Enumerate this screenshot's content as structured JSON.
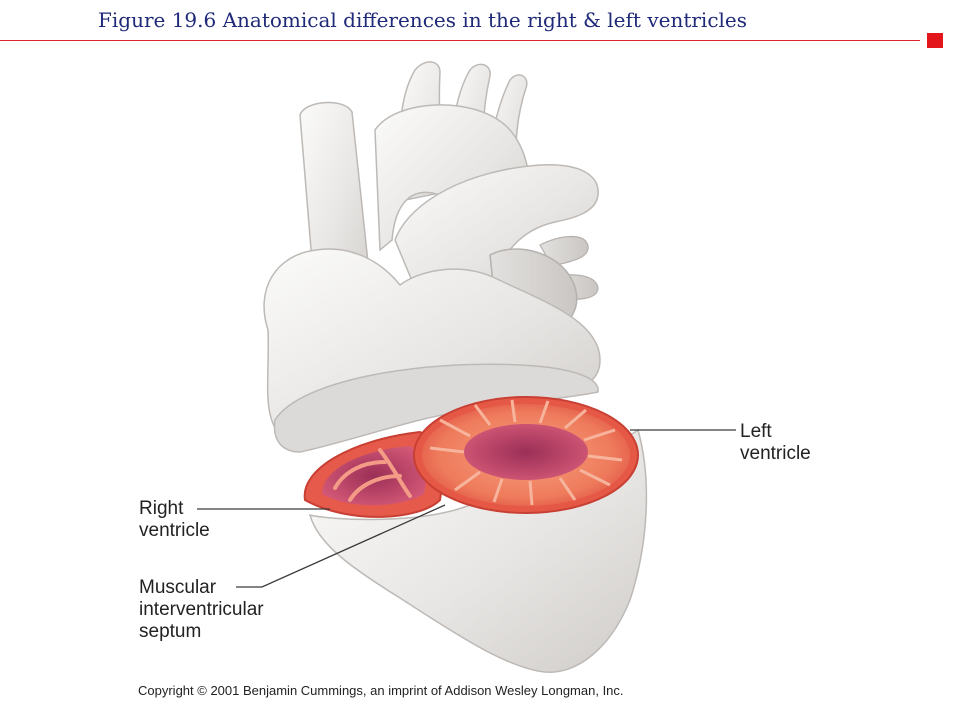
{
  "slide": {
    "title": "Figure 19.6  Anatomical differences in the right & left ventricles"
  },
  "labels": {
    "left_ventricle": [
      "Left",
      "ventricle"
    ],
    "right_ventricle": [
      "Right",
      "ventricle"
    ],
    "septum": [
      "Muscular",
      "interventricular",
      "septum"
    ]
  },
  "copyright": "Copyright © 2001 Benjamin Cummings, an imprint of Addison Wesley Longman, Inc.",
  "colors": {
    "title": "#1f2a78",
    "rule": "#d9262a",
    "accent_square": "#e2161b",
    "heart_surface": "#ecebea",
    "myocardium": "#ef6e55",
    "lumen": "#c8476a"
  }
}
